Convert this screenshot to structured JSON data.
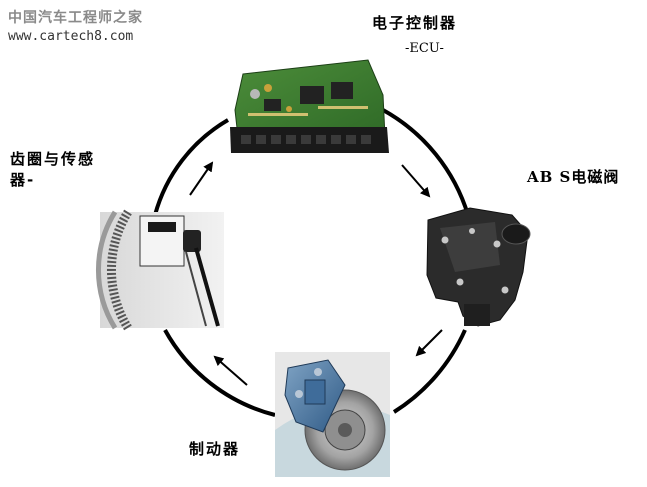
{
  "watermark": {
    "title": "中国汽车工程师之家",
    "url": "www.cartech8.com"
  },
  "nodes": {
    "ecu": {
      "title": "电子控制器",
      "subtitle": "-ECU-"
    },
    "abs_valve": {
      "title": "AB S电磁阀"
    },
    "brake": {
      "title": "制动器"
    },
    "sensor": {
      "title_line1": "齿圈与传感",
      "title_line2": "器-"
    }
  },
  "flow": [
    "ecu",
    "abs_valve",
    "brake",
    "sensor",
    "ecu"
  ]
}
